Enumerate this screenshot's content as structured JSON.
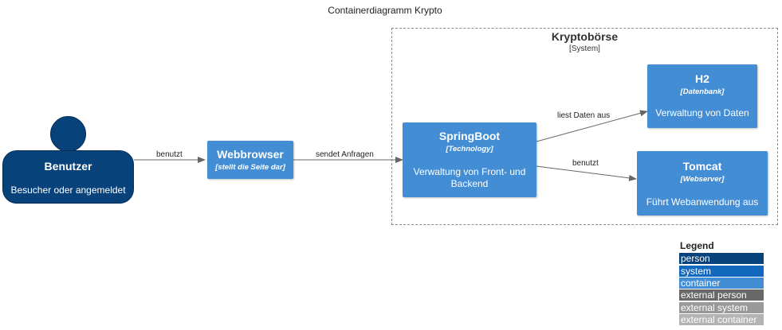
{
  "diagram_title": "Containerdiagramm Krypto",
  "boundary": {
    "name": "Kryptobörse",
    "type": "[System]"
  },
  "person": {
    "name": "Benutzer",
    "description": "Besucher oder angemeldet"
  },
  "containers": {
    "webbrowser": {
      "name": "Webbrowser",
      "technology": "[stellt die Seite dar]"
    },
    "springboot": {
      "name": "SpringBoot",
      "technology": "[Technology]",
      "description": "Verwaltung von Front- und Backend"
    },
    "h2": {
      "name": "H2",
      "technology": "[Datenbank]",
      "description": "Verwaltung von Daten"
    },
    "tomcat": {
      "name": "Tomcat",
      "technology": "[Webserver]",
      "description": "Führt Webanwendung aus"
    }
  },
  "relations": {
    "user_to_browser": "benutzt",
    "browser_to_spring": "sendet Anfragen",
    "spring_to_h2": "liest Daten aus",
    "spring_to_tomcat": "benutzt"
  },
  "legend": {
    "title": "Legend",
    "items": [
      {
        "label": "person",
        "color": "#08427b"
      },
      {
        "label": "system",
        "color": "#1168bd"
      },
      {
        "label": "container",
        "color": "#438dd5"
      },
      {
        "label": "external person",
        "color": "#686868"
      },
      {
        "label": "external system",
        "color": "#999999"
      },
      {
        "label": "external container",
        "color": "#b3b3b3"
      }
    ]
  }
}
